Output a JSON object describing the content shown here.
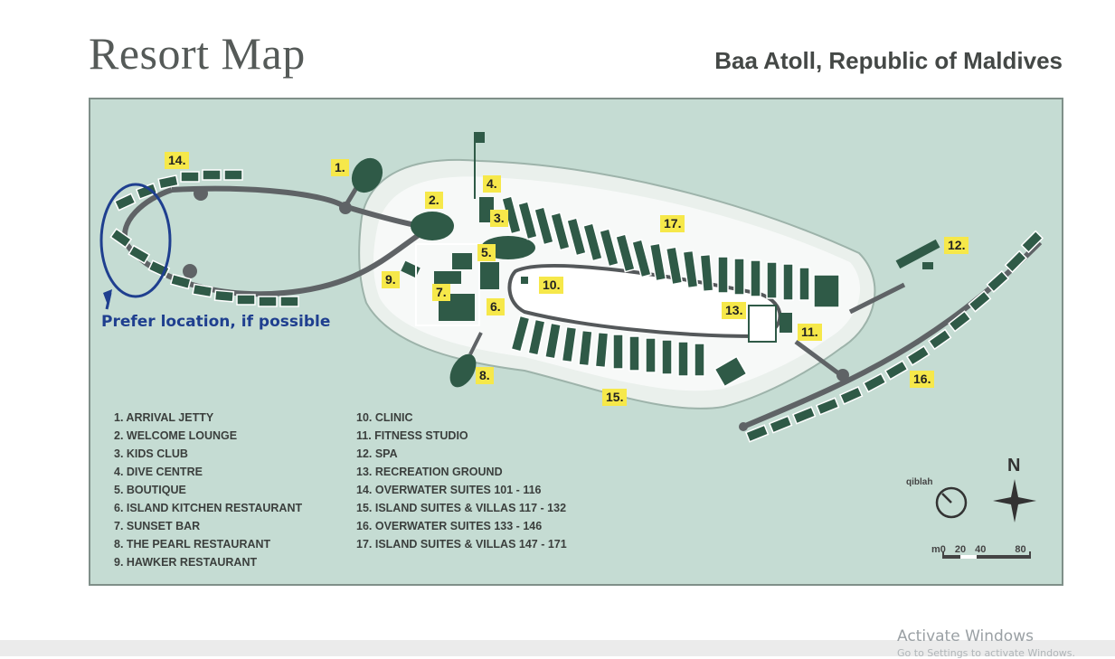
{
  "header": {
    "title": "Resort Map",
    "location": "Baa Atoll, Republic of Maldives"
  },
  "map": {
    "number_labels": [
      "1.",
      "2.",
      "3.",
      "4.",
      "5.",
      "6.",
      "7.",
      "8.",
      "9.",
      "10.",
      "11.",
      "12.",
      "13.",
      "14.",
      "15.",
      "16.",
      "17."
    ],
    "legend_left": [
      "1.  ARRIVAL JETTY",
      "2.  WELCOME LOUNGE",
      "3.  KIDS CLUB",
      "4.  DIVE CENTRE",
      "5.  BOUTIQUE",
      "6.  ISLAND KITCHEN RESTAURANT",
      "7.  SUNSET BAR",
      "8.  THE PEARL RESTAURANT",
      "9.  HAWKER RESTAURANT"
    ],
    "legend_right": [
      "10. CLINIC",
      "11.  FITNESS STUDIO",
      "12. SPA",
      "13. RECREATION GROUND",
      "14. OVERWATER SUITES 101 - 116",
      "15. ISLAND SUITES & VILLAS 117 - 132",
      "16. OVERWATER SUITES 133 - 146",
      "17. ISLAND SUITES & VILLAS 147 - 171"
    ],
    "compass_label": "N",
    "qiblah_label": "qiblah",
    "scale_labels": [
      "m0",
      "20",
      "40",
      "80"
    ],
    "colors": {
      "water": "#c5dcd3",
      "island": "#f3f6f4",
      "building": "#2f5a47",
      "path": "#5f6366",
      "label_bg": "#f6e84a",
      "annotation": "#1f3f8f"
    }
  },
  "annotation": {
    "note": "Prefer location, if possible"
  },
  "watermark": {
    "title": "Activate Windows",
    "subtitle": "Go to Settings to activate Windows."
  }
}
